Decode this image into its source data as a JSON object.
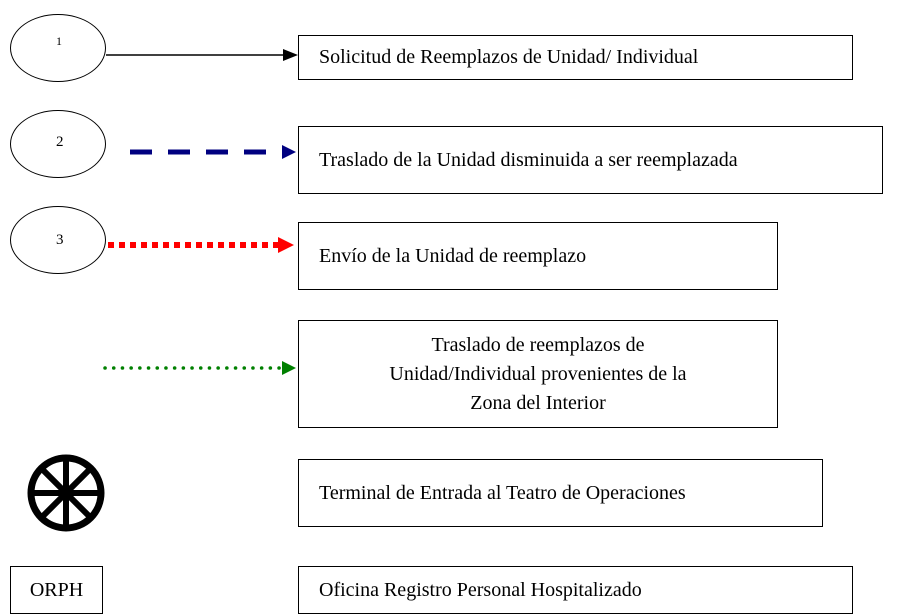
{
  "legend": [
    {
      "symbol": "1",
      "line_style": "solid",
      "color": "#000000",
      "label": "Solicitud de Reemplazos de Unidad/ Individual"
    },
    {
      "symbol": "2",
      "line_style": "dashed",
      "color": "#000080",
      "label": "Traslado de la Unidad disminuida a ser reemplazada"
    },
    {
      "symbol": "3",
      "line_style": "square-dotted",
      "color": "#ff0000",
      "label": "Envío de la Unidad de reemplazo"
    },
    {
      "line_style": "round-dotted",
      "color": "#008000",
      "label_lines": [
        "Traslado de reemplazos de",
        "Unidad/Individual provenientes de la",
        "Zona del Interior"
      ]
    },
    {
      "symbol_icon": "spoked-wheel-icon",
      "label": "Terminal de Entrada al Teatro de Operaciones"
    },
    {
      "symbol": "ORPH",
      "label": "Oficina Registro Personal Hospitalizado"
    }
  ]
}
